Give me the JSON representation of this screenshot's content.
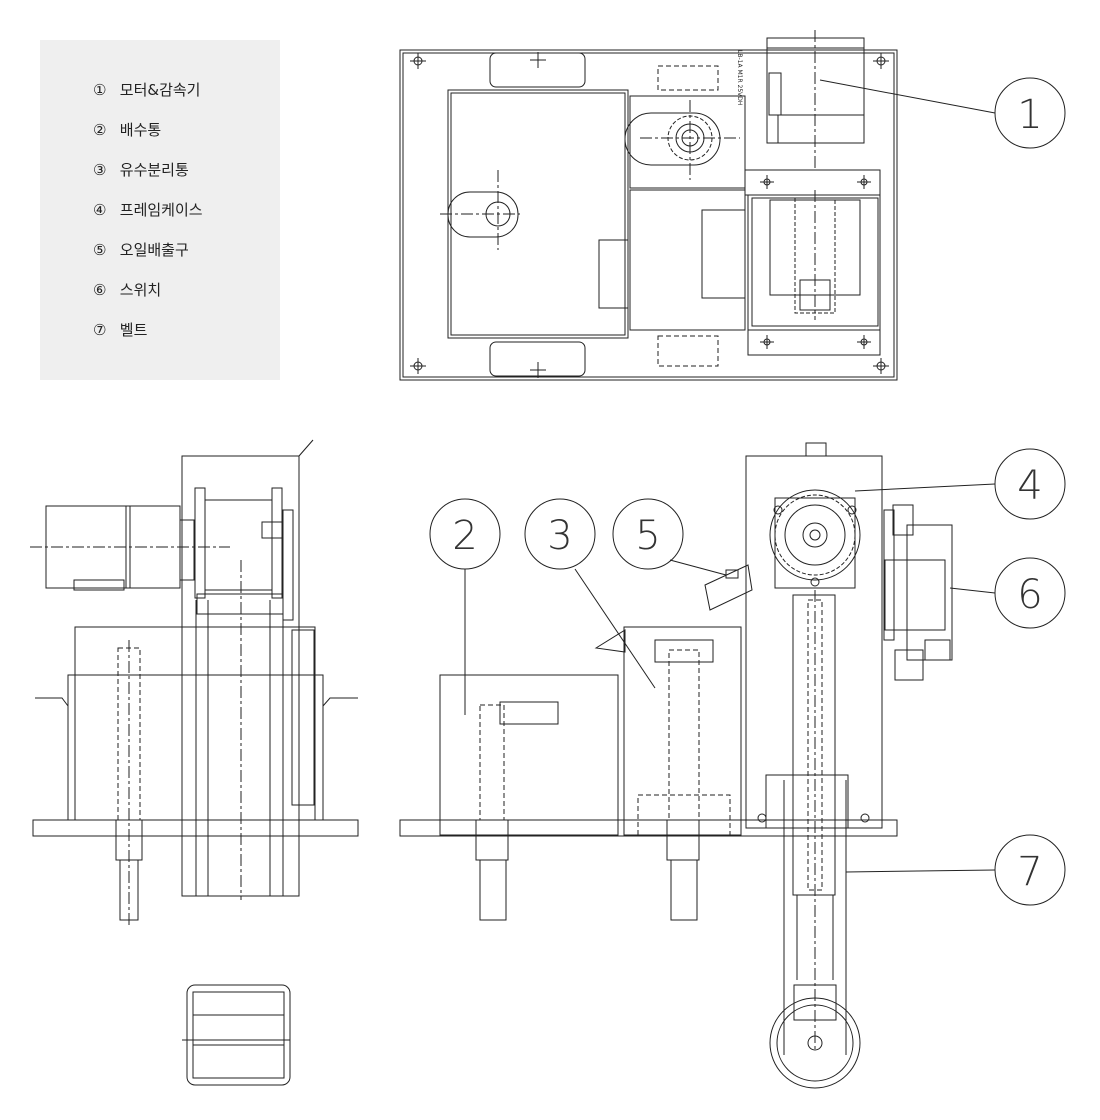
{
  "legend": {
    "items": [
      {
        "num": "①",
        "label": "모터&감속기"
      },
      {
        "num": "②",
        "label": "배수통"
      },
      {
        "num": "③",
        "label": "유수분리통"
      },
      {
        "num": "④",
        "label": "프레임케이스"
      },
      {
        "num": "⑤",
        "label": "오일배출구"
      },
      {
        "num": "⑥",
        "label": "스위치"
      },
      {
        "num": "⑦",
        "label": "벨트"
      }
    ]
  },
  "callouts": [
    "1",
    "2",
    "3",
    "4",
    "5",
    "6",
    "7"
  ],
  "motor_plate_text": "LB-1A M1R 25VDH"
}
